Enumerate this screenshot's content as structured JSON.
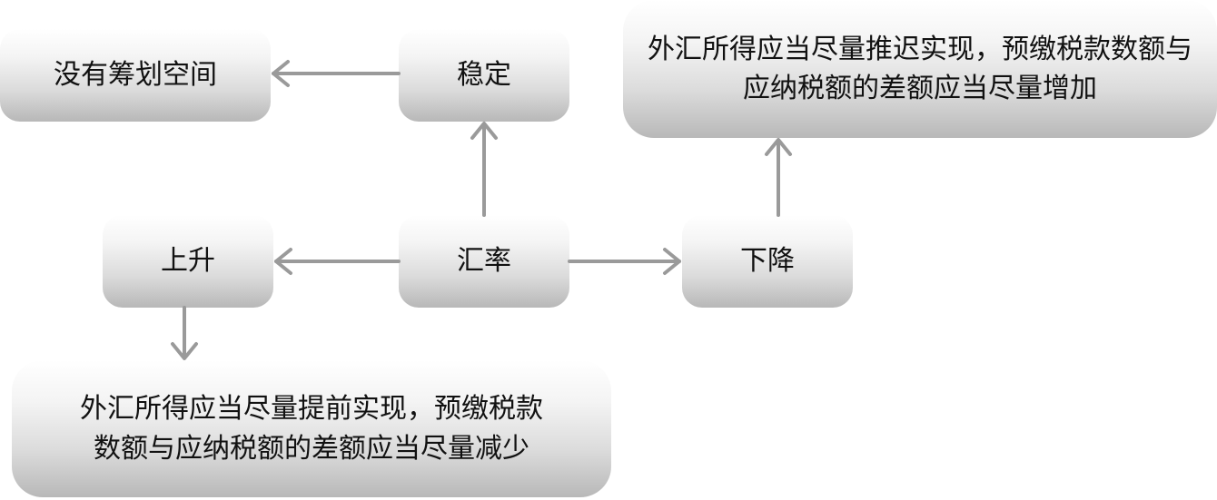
{
  "diagram": {
    "nodes": {
      "no_plan": "没有筹划空间",
      "stable": "稳定",
      "down_text_line1": "外汇所得应当尽量推迟实现，预缴税款数额与",
      "down_text_line2": "应纳税额的差额应当尽量增加",
      "up": "上升",
      "rate": "汇率",
      "down": "下降",
      "up_text_line1": "外汇所得应当尽量提前实现，预缴税款",
      "up_text_line2": "数额与应纳税额的差额应当尽量减少"
    },
    "edges": [
      {
        "from": "汇率",
        "to": "稳定"
      },
      {
        "from": "稳定",
        "to": "没有筹划空间"
      },
      {
        "from": "汇率",
        "to": "上升"
      },
      {
        "from": "汇率",
        "to": "下降"
      },
      {
        "from": "下降",
        "to": "外汇所得应当尽量推迟实现，预缴税款数额与应纳税额的差额应当尽量增加"
      },
      {
        "from": "上升",
        "to": "外汇所得应当尽量提前实现，预缴税款数额与应纳税额的差额应当尽量减少"
      }
    ],
    "colors": {
      "arrow": "#9a9a9a",
      "box_top": "#ffffff",
      "box_bottom": "#b8b8b8",
      "text": "#111111"
    }
  }
}
